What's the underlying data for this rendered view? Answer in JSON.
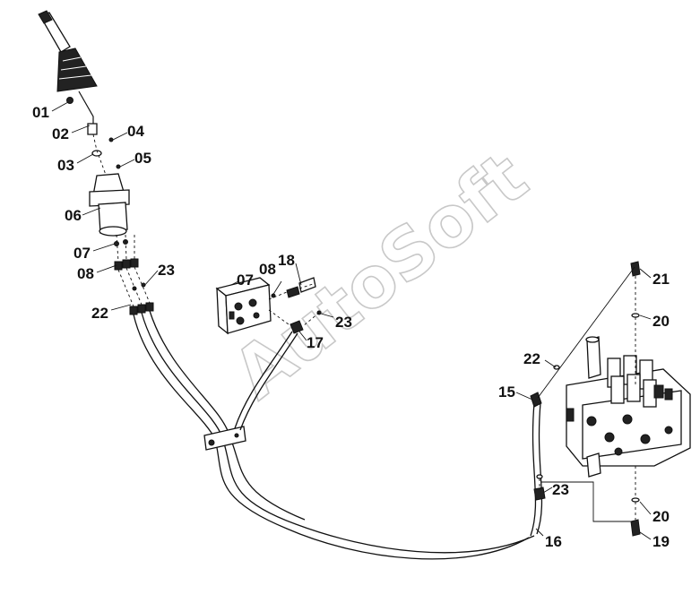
{
  "watermark": "AutoSoft",
  "callouts": [
    {
      "id": "c01",
      "text": "01"
    },
    {
      "id": "c02",
      "text": "02"
    },
    {
      "id": "c03",
      "text": "03"
    },
    {
      "id": "c04",
      "text": "04"
    },
    {
      "id": "c05",
      "text": "05"
    },
    {
      "id": "c06",
      "text": "06"
    },
    {
      "id": "c07a",
      "text": "07"
    },
    {
      "id": "c08a",
      "text": "08"
    },
    {
      "id": "c23a",
      "text": "23"
    },
    {
      "id": "c22a",
      "text": "22"
    },
    {
      "id": "c18",
      "text": "18"
    },
    {
      "id": "c08b",
      "text": "08"
    },
    {
      "id": "c07b",
      "text": "07"
    },
    {
      "id": "c23b",
      "text": "23"
    },
    {
      "id": "c17",
      "text": "17"
    },
    {
      "id": "c21",
      "text": "21"
    },
    {
      "id": "c20a",
      "text": "20"
    },
    {
      "id": "c22b",
      "text": "22"
    },
    {
      "id": "c15",
      "text": "15"
    },
    {
      "id": "c23c",
      "text": "23"
    },
    {
      "id": "c20b",
      "text": "20"
    },
    {
      "id": "c16",
      "text": "16"
    },
    {
      "id": "c19",
      "text": "19"
    }
  ]
}
